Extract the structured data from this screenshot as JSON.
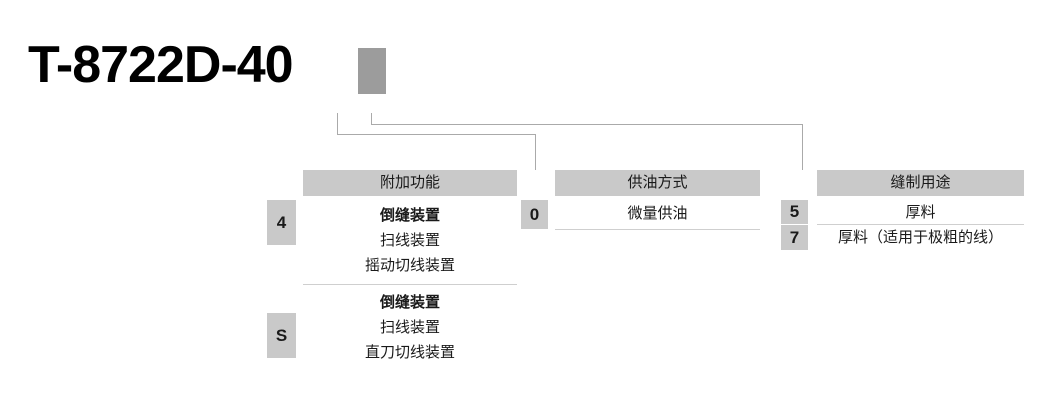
{
  "title": {
    "model_number": "T-8722D-40",
    "placeholder_swatch_color": "#9c9c9c"
  },
  "colors": {
    "header_bar": "#c9c9c9",
    "code_chip": "#c9c9c9",
    "connector_line": "#aaaaaa",
    "separator_line": "#cfcfcf",
    "text": "#1a1a1a"
  },
  "columns": [
    {
      "id": "additional-function",
      "header": "附加功能",
      "groups": [
        {
          "code": "4",
          "lines": [
            "倒缝装置",
            "扫线装置",
            "摇动切线装置"
          ]
        },
        {
          "code": "S",
          "lines": [
            "倒缝装置",
            "扫线装置",
            "直刀切线装置"
          ]
        }
      ]
    },
    {
      "id": "oil-supply",
      "header": "供油方式",
      "groups": [
        {
          "code": "0",
          "lines": [
            "微量供油"
          ]
        }
      ]
    },
    {
      "id": "sewing-application",
      "header": "缝制用途",
      "groups": [
        {
          "code": "5",
          "lines": [
            "厚料"
          ]
        },
        {
          "code": "7",
          "lines": [
            "厚料（适用于极粗的线）"
          ]
        }
      ]
    }
  ]
}
